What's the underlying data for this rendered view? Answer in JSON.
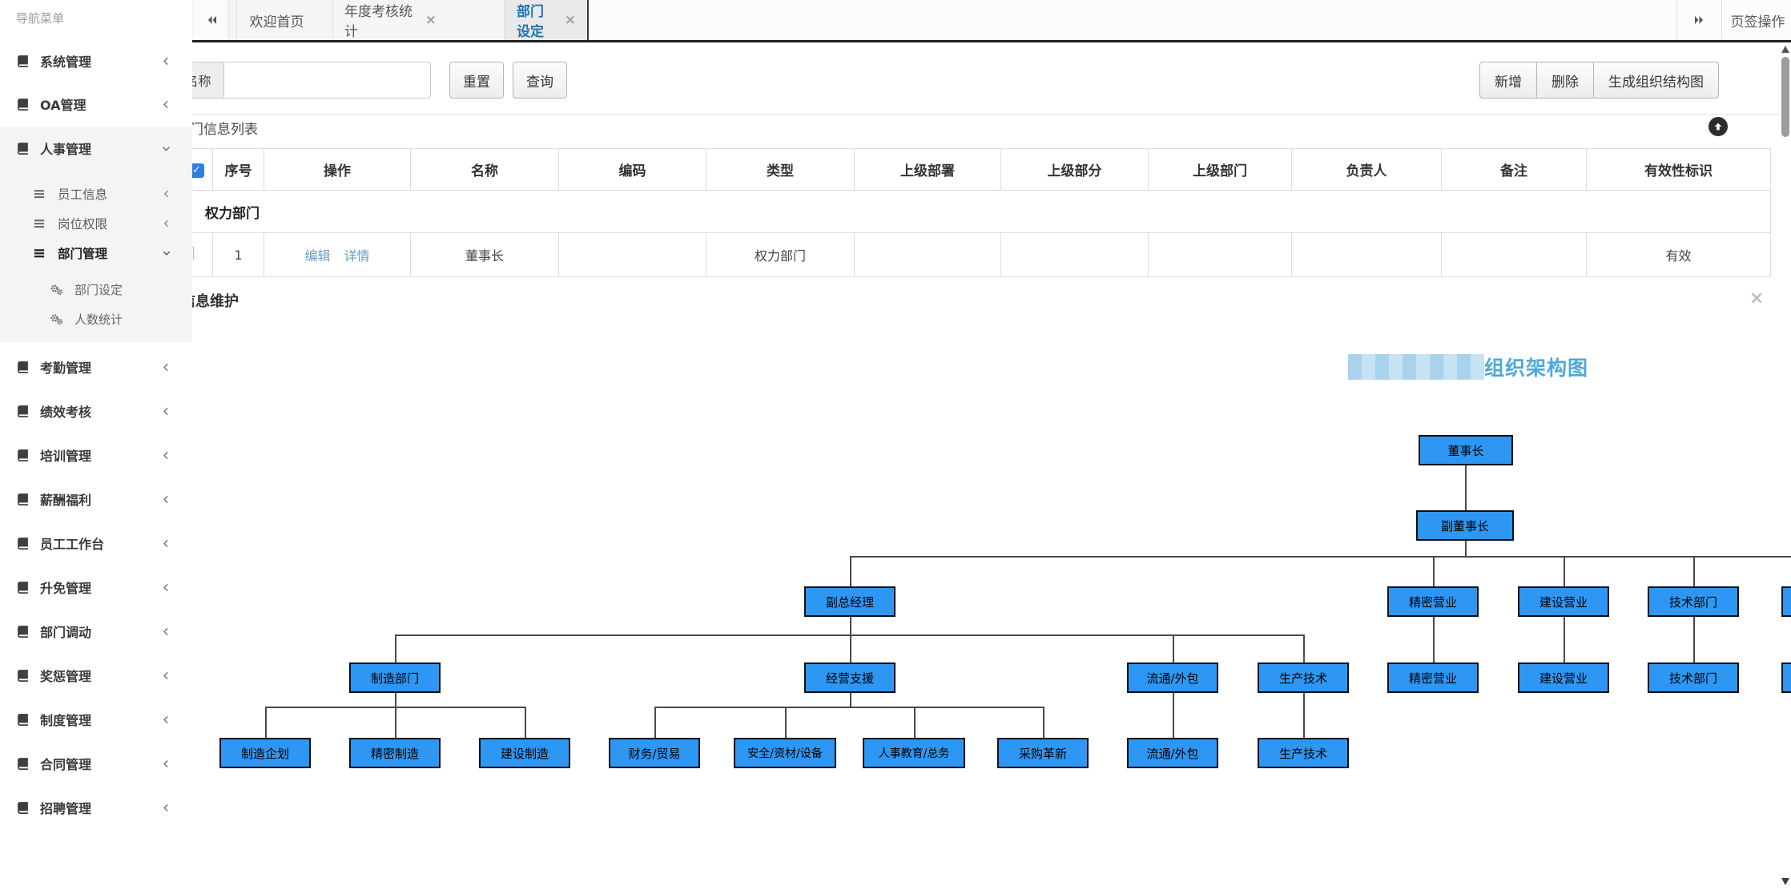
{
  "sidebar": {
    "header": "导航菜单",
    "items": [
      {
        "label": "系统管理"
      },
      {
        "label": "OA管理"
      },
      {
        "label": "人事管理"
      },
      {
        "label": "考勤管理"
      },
      {
        "label": "绩效考核"
      },
      {
        "label": "培训管理"
      },
      {
        "label": "薪酬福利"
      },
      {
        "label": "员工工作台"
      },
      {
        "label": "升免管理"
      },
      {
        "label": "部门调动"
      },
      {
        "label": "奖惩管理"
      },
      {
        "label": "制度管理"
      },
      {
        "label": "合同管理"
      },
      {
        "label": "招聘管理"
      }
    ],
    "hr_children": [
      {
        "label": "员工信息"
      },
      {
        "label": "岗位权限"
      },
      {
        "label": "部门管理"
      }
    ],
    "dept_children": [
      {
        "label": "部门设定"
      },
      {
        "label": "人数统计"
      }
    ]
  },
  "tabbar": {
    "tabs": [
      {
        "label": "欢迎首页"
      },
      {
        "label": "年度考核统计",
        "close": "×"
      },
      {
        "label": "部门设定",
        "close": "×",
        "active": true
      }
    ],
    "ops_label": "页签操作"
  },
  "toolbar": {
    "search_label": "名称",
    "search_value": "",
    "reset_label": "重置",
    "query_label": "查询",
    "add_label": "新增",
    "delete_label": "删除",
    "generate_label": "生成组织结构图"
  },
  "list_panel": {
    "title": "部门信息列表"
  },
  "table": {
    "headers": [
      "序号",
      "操作",
      "名称",
      "编码",
      "类型",
      "上级部署",
      "上级部分",
      "上级部门",
      "负责人",
      "备注",
      "有效性标识"
    ],
    "group_row_label": "权力部门",
    "row": {
      "seq": "1",
      "edit": "编辑",
      "detail": "详情",
      "name": "董事长",
      "code": "",
      "type": "权力部门",
      "parent1": "",
      "parent2": "",
      "parent3": "",
      "owner": "",
      "remark": "",
      "valid": "有效"
    }
  },
  "maintain_panel": {
    "title": "部门信息维护",
    "close": "×"
  },
  "org_chart": {
    "title_suffix": "组织架构图",
    "company_name_redacted": true,
    "nodes": [
      {
        "label": "董事长"
      },
      {
        "label": "副董事长"
      },
      {
        "label": "副总经理"
      },
      {
        "label": "精密营业"
      },
      {
        "label": "建设营业"
      },
      {
        "label": "技术部门"
      },
      {
        "label": "制造部门"
      },
      {
        "label": "经营支援"
      },
      {
        "label": "流通/外包"
      },
      {
        "label": "生产技术"
      },
      {
        "label": "精密营业"
      },
      {
        "label": "建设营业"
      },
      {
        "label": "技术部门"
      },
      {
        "label": "制造企划"
      },
      {
        "label": "精密制造"
      },
      {
        "label": "建设制造"
      },
      {
        "label": "财务/贸易"
      },
      {
        "label": "安全/资材/设备"
      },
      {
        "label": "人事教育/总务"
      },
      {
        "label": "采购革新"
      },
      {
        "label": "流通/外包"
      },
      {
        "label": "生产技术"
      }
    ],
    "edges": [
      [
        0,
        1
      ],
      [
        1,
        2
      ],
      [
        1,
        3
      ],
      [
        1,
        4
      ],
      [
        1,
        5
      ],
      [
        2,
        6
      ],
      [
        2,
        7
      ],
      [
        2,
        8
      ],
      [
        2,
        9
      ],
      [
        3,
        10
      ],
      [
        4,
        11
      ],
      [
        5,
        12
      ],
      [
        6,
        13
      ],
      [
        6,
        14
      ],
      [
        6,
        15
      ],
      [
        7,
        16
      ],
      [
        7,
        17
      ],
      [
        7,
        18
      ],
      [
        7,
        19
      ],
      [
        8,
        20
      ],
      [
        9,
        21
      ]
    ]
  },
  "colors": {
    "active_tab_text": "#1f74ad",
    "org_node_fill": "#2e97f3",
    "org_title_blue": "#4fa8da",
    "table_link": "#679cc4",
    "checkbox_checked": "#2d7fe0"
  }
}
